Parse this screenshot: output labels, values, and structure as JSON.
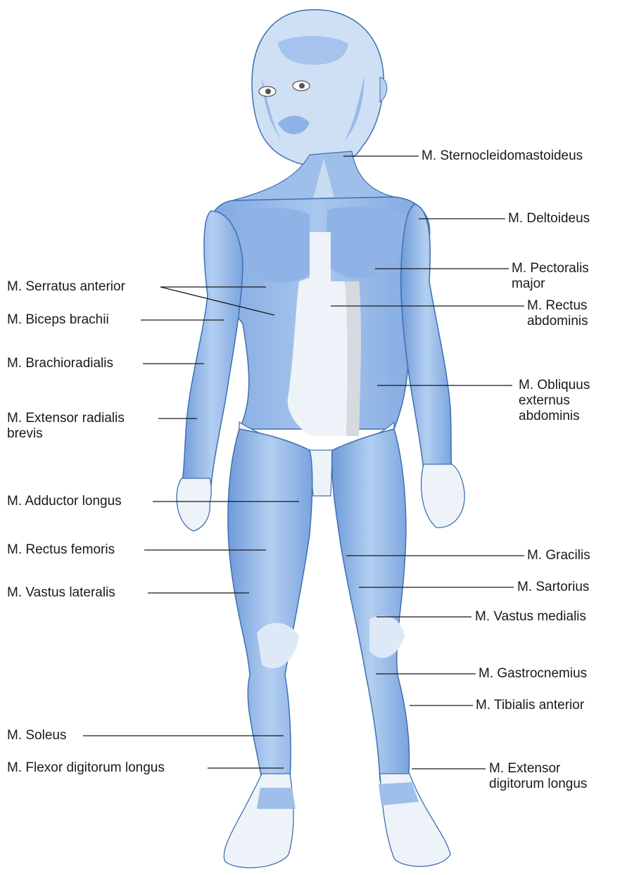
{
  "labels": {
    "sternocleidomastoideus": "M. Sternocleidomastoideus",
    "deltoideus": "M. Deltoideus",
    "pectoralis_line1": "M. Pectoralis",
    "pectoralis_line2": "major",
    "rectus_abd_line1": "M. Rectus",
    "rectus_abd_line2": "abdominis",
    "obliquus_line1": "M. Obliquus",
    "obliquus_line2": "externus",
    "obliquus_line3": "abdominis",
    "serratus": "M. Serratus anterior",
    "biceps": "M. Biceps brachii",
    "brachioradialis": "M. Brachioradialis",
    "extensor_rad_line1": "M. Extensor radialis",
    "extensor_rad_line2": "brevis",
    "adductor": "M. Adductor longus",
    "rectus_fem": "M. Rectus femoris",
    "vastus_lat": "M. Vastus lateralis",
    "gracilis": "M. Gracilis",
    "sartorius": "M. Sartorius",
    "vastus_med": "M. Vastus medialis",
    "gastrocnemius": "M. Gastrocnemius",
    "tibialis": "M. Tibialis anterior",
    "soleus": "M. Soleus",
    "flexor_dig": "M. Flexor digitorum longus",
    "extensor_dig_line1": "M. Extensor",
    "extensor_dig_line2": "digitorum longus"
  },
  "colors": {
    "muscle": "#9dbfe9",
    "muscle_dark": "#6e9ad8",
    "skin": "#dde9f7",
    "tendon": "#eef3fa",
    "outline": "#3f6fb0",
    "leader": "#1a1a1a"
  }
}
